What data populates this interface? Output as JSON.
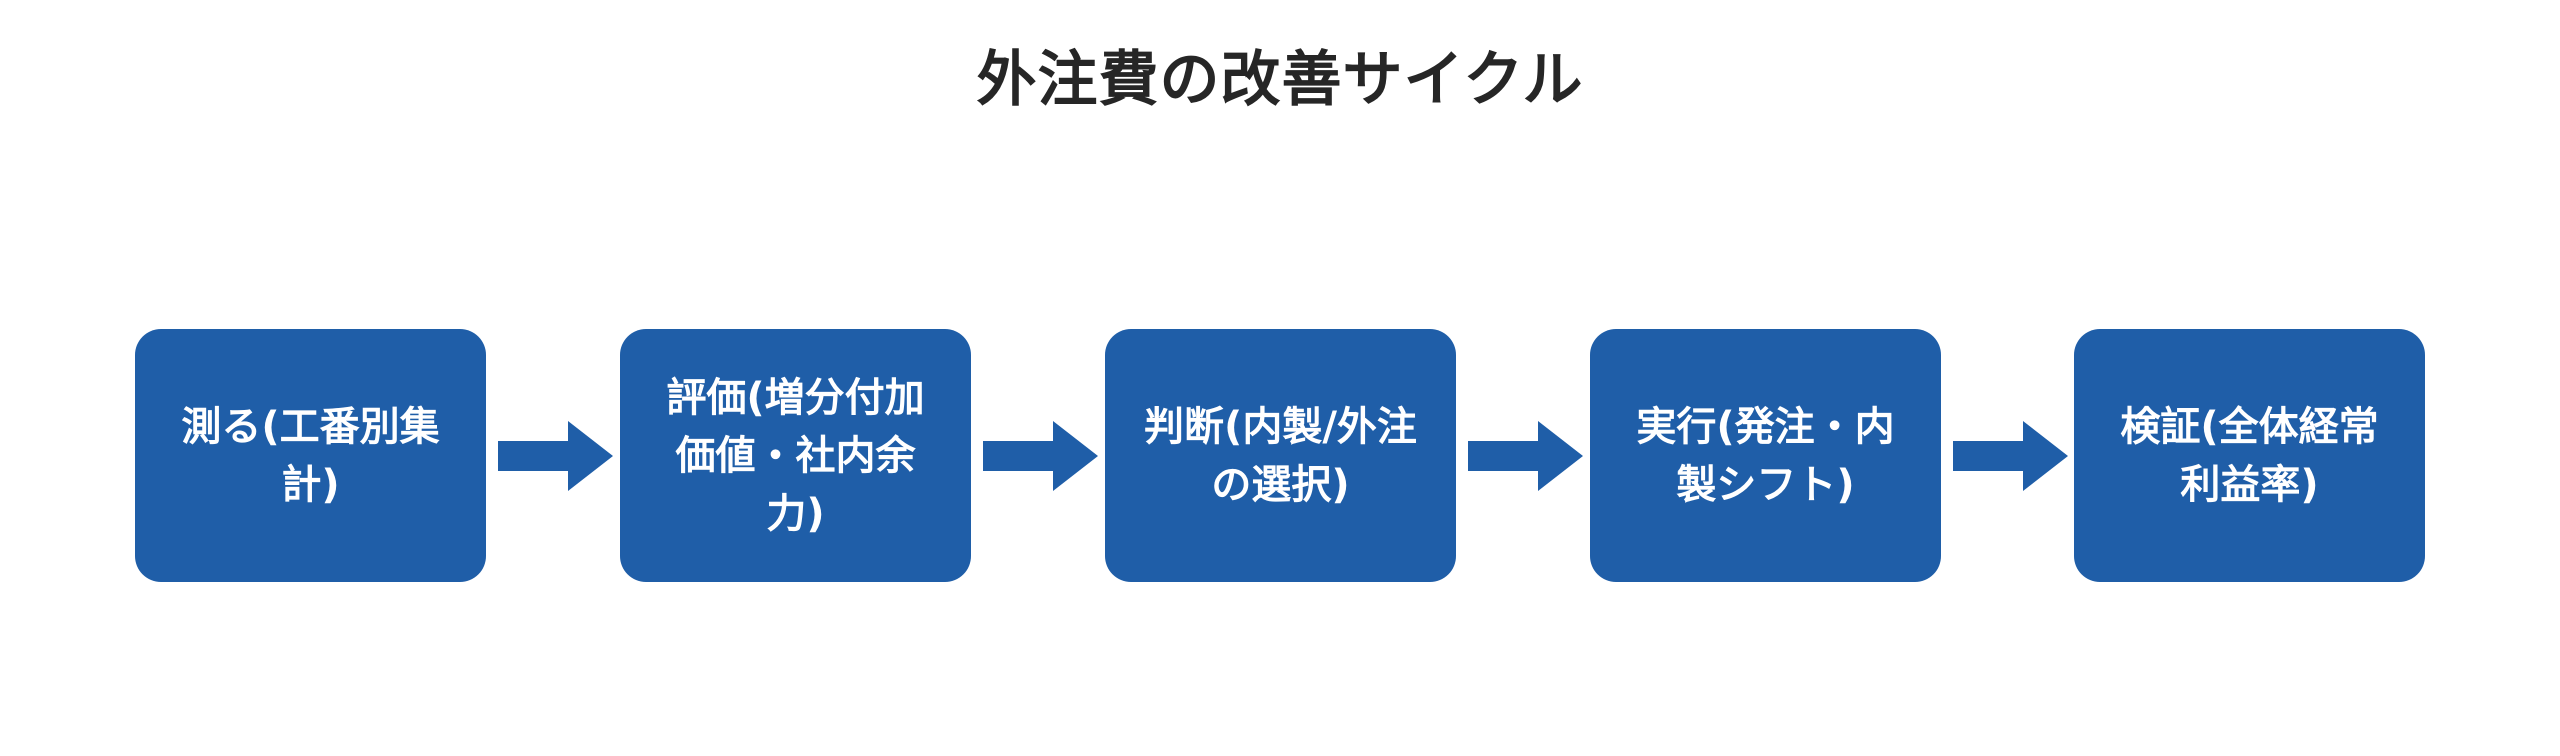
{
  "diagram": {
    "title": "外注費の改善サイクル",
    "steps": [
      {
        "label": "測る(工番別集計)"
      },
      {
        "label": "評価(増分付加価値・社内余力)"
      },
      {
        "label": "判断(内製/外注の選択)"
      },
      {
        "label": "実行(発注・内製シフト)"
      },
      {
        "label": "検証(全体経常利益率)"
      }
    ],
    "colors": {
      "box_fill": "#1f5ea8",
      "arrow_fill": "#1f5ea8",
      "box_text": "#ffffff",
      "title_text": "#262626"
    },
    "connector_icon": "right-arrow-icon"
  }
}
